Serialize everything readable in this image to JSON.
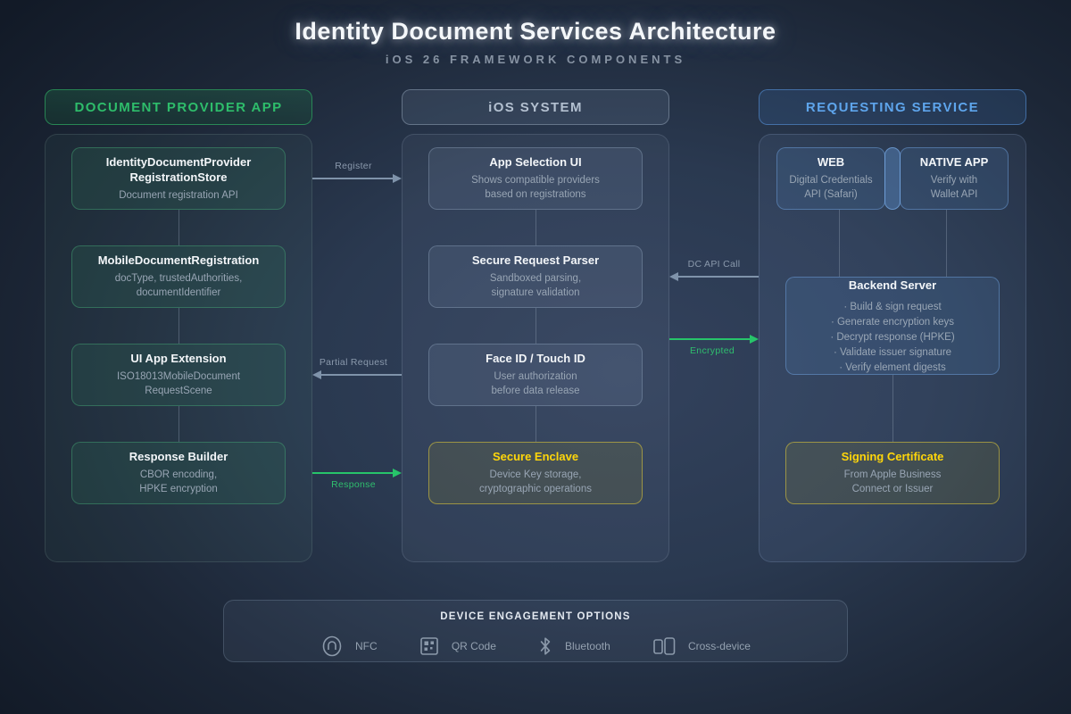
{
  "header": {
    "title": "Identity Document Services Architecture",
    "subtitle": "iOS 26 FRAMEWORK COMPONENTS"
  },
  "columns": {
    "provider": {
      "header": "DOCUMENT PROVIDER APP",
      "boxes": [
        {
          "title": "IdentityDocumentProvider\nRegistrationStore",
          "subtitle": "Document registration API"
        },
        {
          "title": "MobileDocumentRegistration",
          "subtitle": "docType, trustedAuthorities,\ndocumentIdentifier"
        },
        {
          "title": "UI App Extension",
          "subtitle": "ISO18013MobileDocument\nRequestScene"
        },
        {
          "title": "Response Builder",
          "subtitle": "CBOR encoding,\nHPKE encryption"
        }
      ]
    },
    "ios": {
      "header": "iOS SYSTEM",
      "boxes": [
        {
          "title": "App Selection UI",
          "subtitle": "Shows compatible providers\nbased on registrations"
        },
        {
          "title": "Secure Request Parser",
          "subtitle": "Sandboxed parsing,\nsignature validation"
        },
        {
          "title": "Face ID / Touch ID",
          "subtitle": "User authorization\nbefore data release"
        },
        {
          "title": "Secure Enclave",
          "subtitle": "Device Key storage,\ncryptographic operations"
        }
      ]
    },
    "requesting": {
      "header": "REQUESTING SERVICE",
      "web": {
        "title": "WEB",
        "subtitle": "Digital Credentials\nAPI (Safari)"
      },
      "native": {
        "title": "NATIVE APP",
        "subtitle": "Verify with\nWallet API"
      },
      "backend": {
        "title": "Backend Server",
        "items": [
          "· Build & sign request",
          "· Generate encryption keys",
          "· Decrypt response (HPKE)",
          "· Validate issuer signature",
          "· Verify element digests"
        ]
      },
      "certificate": {
        "title": "Signing Certificate",
        "subtitle": "From Apple Business\nConnect or Issuer"
      }
    }
  },
  "arrows": {
    "register": "Register",
    "partial_request": "Partial Request",
    "response": "Response",
    "dc_api_call": "DC API Call",
    "encrypted": "Encrypted"
  },
  "engagement": {
    "title": "DEVICE ENGAGEMENT OPTIONS",
    "items": [
      {
        "label": "NFC"
      },
      {
        "label": "QR Code"
      },
      {
        "label": "Bluetooth"
      },
      {
        "label": "Cross-device"
      }
    ]
  },
  "colors": {
    "provider_green": "#2ebd6b",
    "service_blue": "#5ea5ec",
    "secure_yellow": "#ffd60a",
    "arrow_green": "#27c46a",
    "arrow_slate": "#7f93aa"
  }
}
